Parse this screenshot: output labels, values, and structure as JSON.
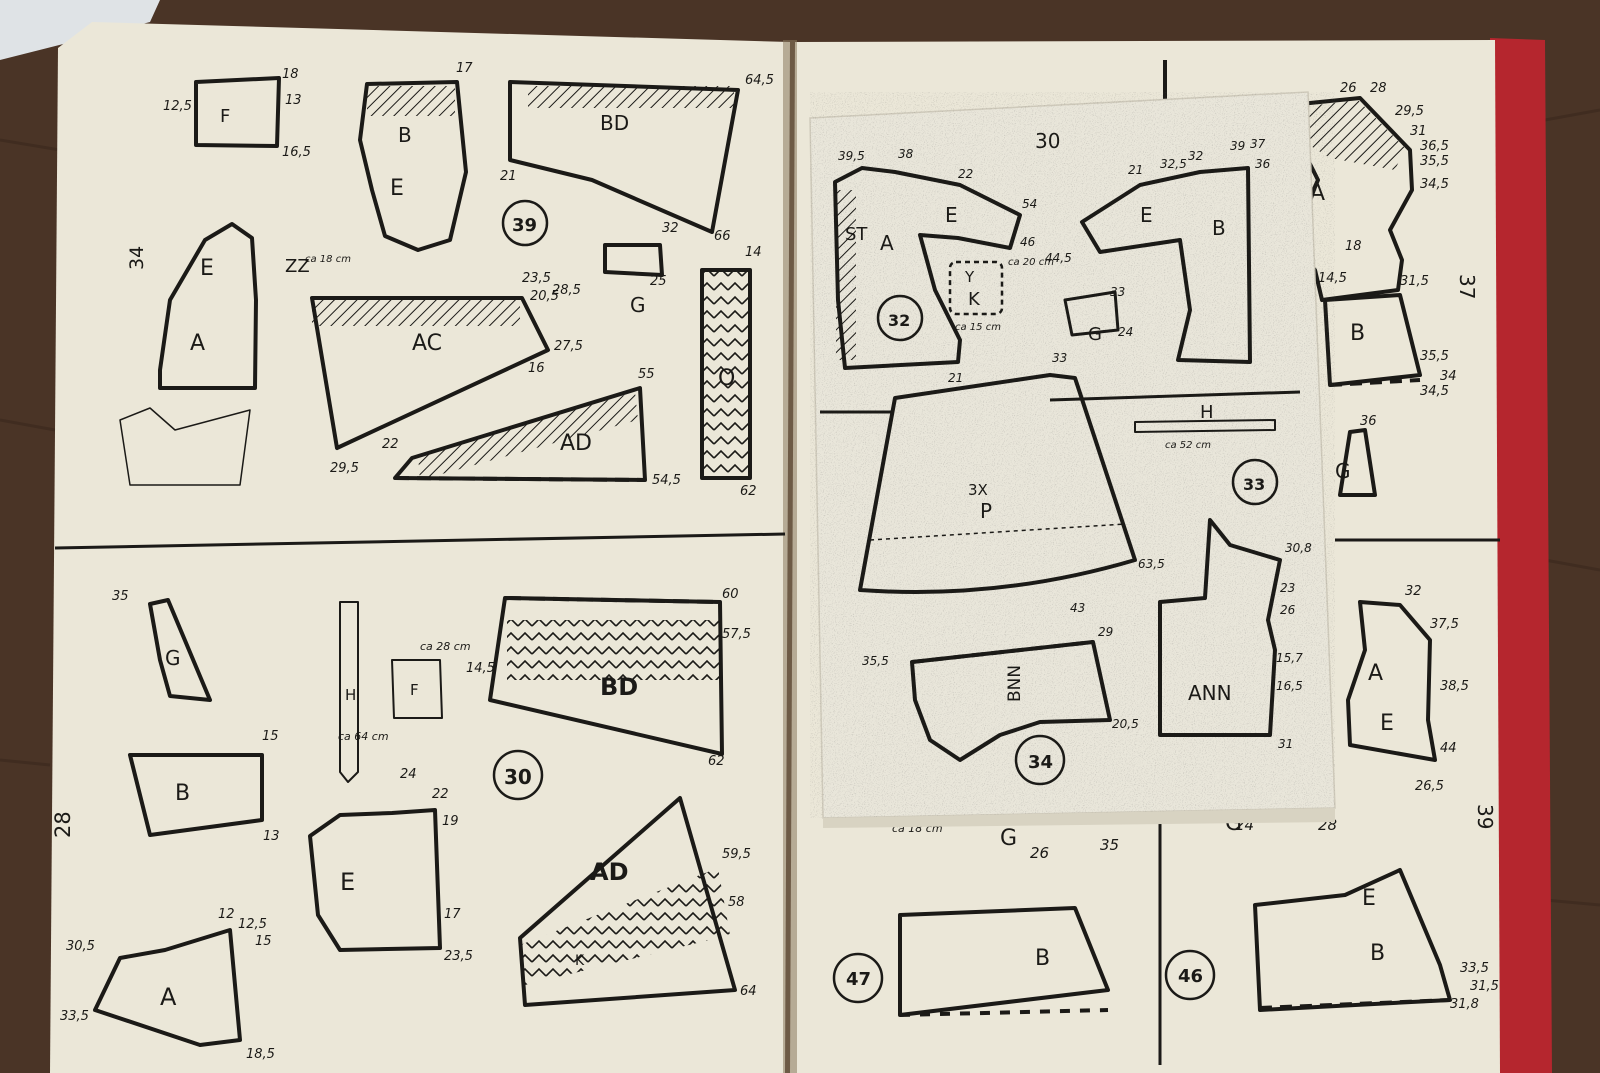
{
  "colors": {
    "table": "#4a3426",
    "table_grain": "#3a281d",
    "paper": "#ebe7d8",
    "paper_insert": "#e9e6da",
    "ink": "#1b1a17",
    "book_cover": "#b5262e",
    "gutter_shadow": "#8a7a5e"
  },
  "left_page": {
    "page_numbers": [
      "34",
      "28"
    ],
    "top_panel": {
      "circle_labels": [
        "39"
      ],
      "pieces": [
        "E",
        "F",
        "B",
        "BD",
        "A",
        "ZZ",
        "AC",
        "G",
        "AD",
        "O"
      ],
      "notes": [
        "ca 18 cm"
      ],
      "measurements": [
        "18",
        "13",
        "16,5",
        "12,5",
        "64,5",
        "17",
        "21",
        "55",
        "54,5",
        "23,5",
        "20,5",
        "28,5",
        "27,5",
        "16",
        "32",
        "25",
        "14",
        "66",
        "62",
        "22",
        "29,5"
      ]
    },
    "bottom_panel": {
      "circle_labels": [
        "30"
      ],
      "pieces": [
        "G",
        "H",
        "F",
        "BD",
        "B",
        "E",
        "AD",
        "A",
        "K"
      ],
      "notes": [
        "ca 64 cm",
        "ca 28 cm"
      ],
      "measurements": [
        "35",
        "15",
        "60",
        "57,5",
        "62",
        "24",
        "22",
        "19",
        "59,5",
        "58",
        "64",
        "14,5",
        "12",
        "12,5",
        "15",
        "18,5",
        "33,5",
        "30,5",
        "17",
        "23,5",
        "13"
      ]
    }
  },
  "right_page": {
    "page_numbers": [
      "37",
      "39"
    ],
    "measurements": [
      "26",
      "28",
      "29,5",
      "31",
      "36,5",
      "35,5",
      "34,5",
      "18",
      "31,5",
      "14,5",
      "35,5",
      "34",
      "34,5",
      "36",
      "32",
      "37,5",
      "38,5",
      "44",
      "26,5",
      "33,5",
      "31,5",
      "31,8",
      "35",
      "26",
      "24",
      "28"
    ],
    "pieces": [
      "A",
      "B",
      "G",
      "E",
      "A",
      "B",
      "E",
      "B",
      "G"
    ],
    "circle_labels": [
      "47",
      "46"
    ],
    "notes": [
      "ca 18 cm"
    ]
  },
  "insert_sheet": {
    "page_number": "30",
    "circle_labels": [
      "32",
      "33",
      "34"
    ],
    "pieces": [
      "ST",
      "A",
      "E",
      "E",
      "B",
      "Y",
      "K",
      "G",
      "H",
      "P",
      "BNN",
      "ANN"
    ],
    "notes": [
      "ca 20 cm",
      "ca 15 cm",
      "ca 52 cm",
      "3X"
    ],
    "measurements": [
      "39,5",
      "38",
      "22",
      "54",
      "46",
      "21",
      "32,5",
      "32",
      "39",
      "37",
      "36",
      "21",
      "33",
      "44,5",
      "33",
      "24",
      "29",
      "20,5",
      "63,5",
      "30,8",
      "23",
      "26",
      "15,7",
      "16,5",
      "31",
      "43",
      "35,5"
    ]
  }
}
